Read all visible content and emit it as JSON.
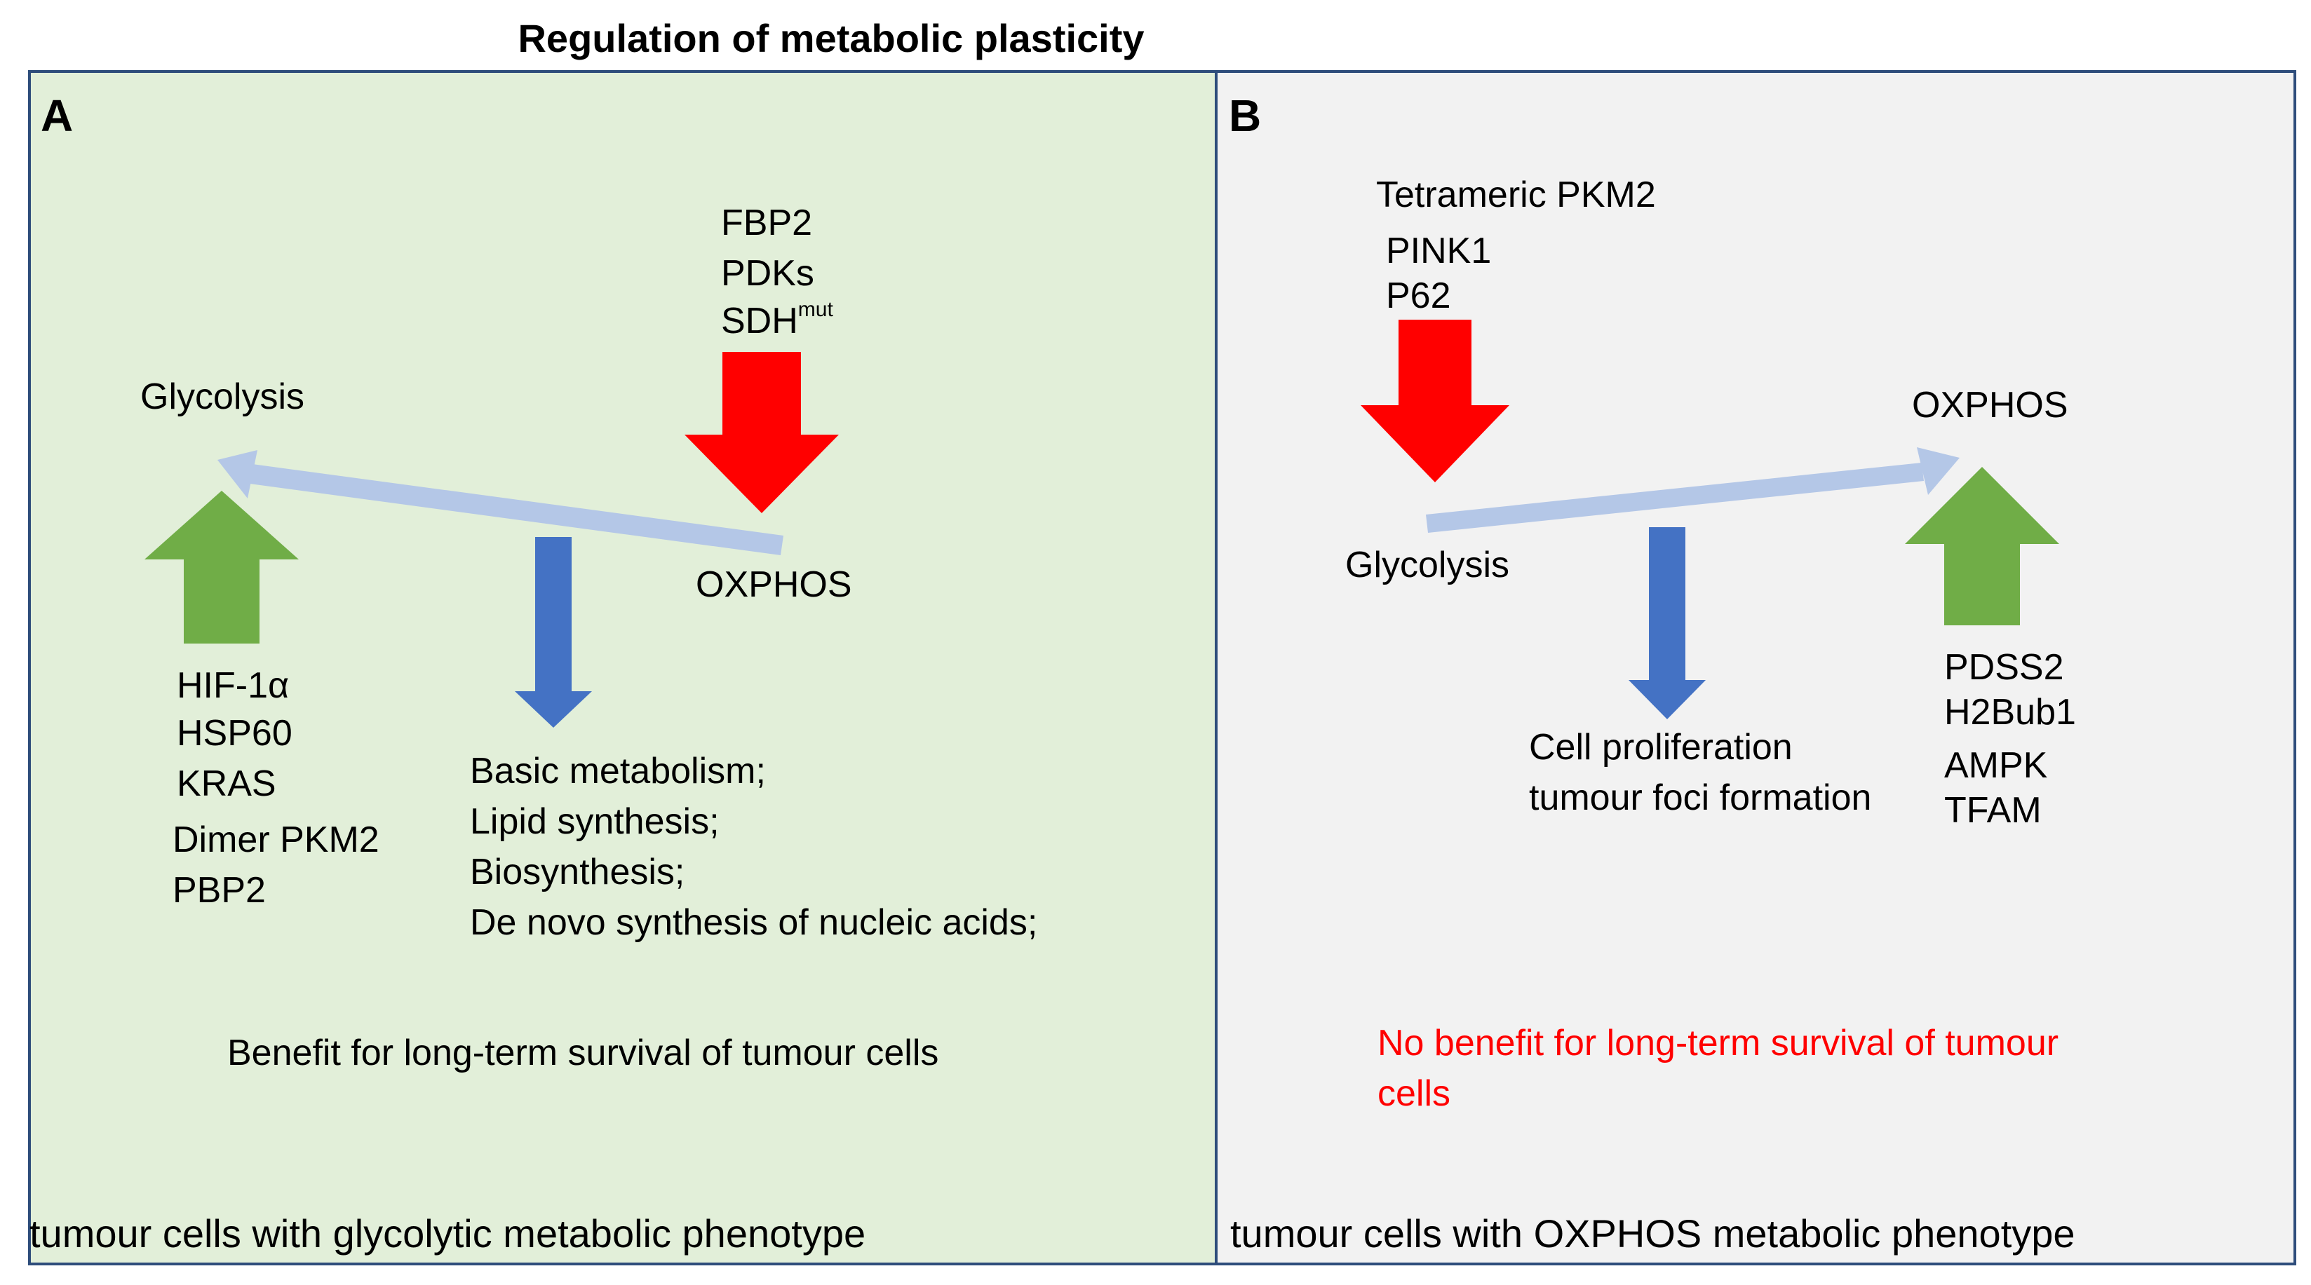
{
  "title": "Regulation of metabolic plasticity",
  "panel_a": {
    "letter": "A",
    "glycolysis": "Glycolysis",
    "oxphos": "OXPHOS",
    "inhibitors": {
      "fbp2": "FBP2",
      "pdks": "PDKs",
      "sdh": "SDH",
      "sdh_sup": "mut"
    },
    "promoters": [
      "HIF-1α",
      "HSP60",
      "KRAS",
      "Dimer PKM2",
      "PBP2"
    ],
    "outcomes": [
      "Basic metabolism;",
      "Lipid synthesis;",
      "Biosynthesis;",
      "De novo synthesis of nucleic acids;"
    ],
    "benefit": "Benefit for long-term survival of tumour cells",
    "footer": "tumour cells with glycolytic metabolic phenotype",
    "bg_color": "#e2efd9"
  },
  "panel_b": {
    "letter": "B",
    "glycolysis": "Glycolysis",
    "oxphos": "OXPHOS",
    "inhibitors": [
      "Tetrameric PKM2",
      "PINK1",
      "P62"
    ],
    "promoters": [
      "PDSS2",
      "H2Bub1",
      "AMPK",
      "TFAM"
    ],
    "outcomes": [
      "Cell proliferation",
      "tumour foci formation"
    ],
    "benefit_line1": "No benefit for long-term survival of tumour",
    "benefit_line2": "cells",
    "footer": "tumour cells with OXPHOS metabolic phenotype",
    "bg_color": "#f2f2f2"
  },
  "colors": {
    "inhibit_arrow": "#ff0000",
    "promote_arrow": "#70ad47",
    "outcome_arrow": "#4472c4",
    "shift_arrow": "#b4c7e7",
    "panel_border": "#2e4d7b",
    "no_benefit_text": "#ff0000"
  },
  "icons": {
    "inhibit": "red-down-arrow-icon",
    "promote": "green-up-arrow-icon",
    "outcome": "blue-down-arrow-icon",
    "shift": "metabolic-shift-arrow-icon"
  }
}
